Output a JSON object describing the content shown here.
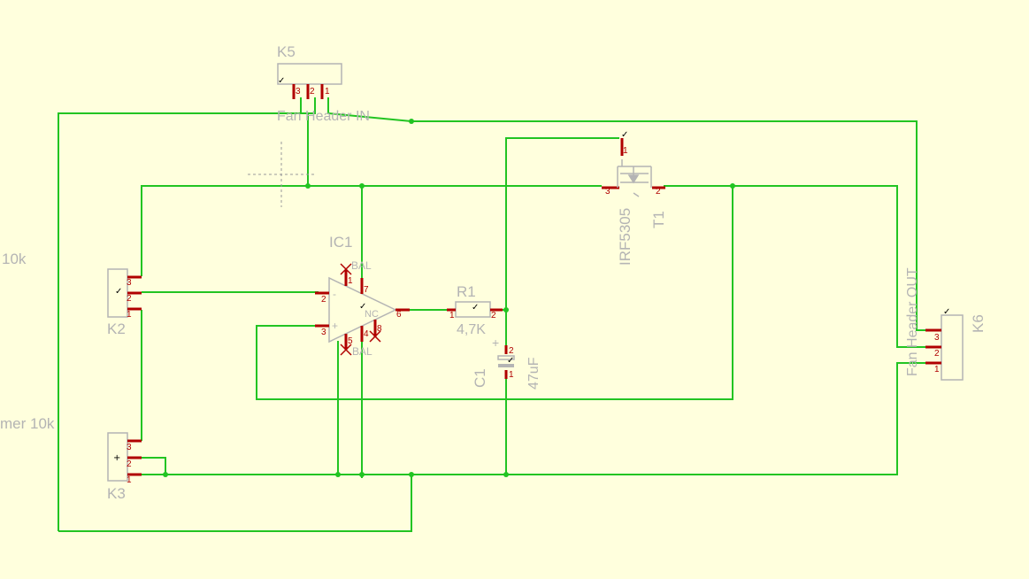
{
  "colors": {
    "background": "#FFFFDD",
    "wire": "#22C422",
    "pin": "#B00000",
    "outline": "#B4B4B4",
    "junction": "#22C422"
  },
  "components": {
    "k5": {
      "name": "K5",
      "value": "Fan Header IN",
      "pins": [
        "3",
        "2",
        "1"
      ]
    },
    "k2": {
      "name": "K2",
      "value": "10k",
      "pins": [
        "3",
        "2",
        "1"
      ]
    },
    "k3": {
      "name": "K3",
      "value": "mer 10k",
      "pins": [
        "3",
        "2",
        "1"
      ]
    },
    "k6": {
      "name": "K6",
      "value": "Fan Header OUT",
      "pins": [
        "3",
        "2",
        "1"
      ]
    },
    "ic1": {
      "name": "IC1",
      "part": "IC1",
      "bal_top": "BAL",
      "bal_bottom": "BAL",
      "nc": "NC",
      "pins": {
        "p1": "1",
        "p2": "2",
        "p3": "3",
        "p4": "4",
        "p5": "5",
        "p6": "6",
        "p7": "7",
        "p8": "8"
      },
      "minus": "-",
      "plus": "+"
    },
    "r1": {
      "name": "R1",
      "value": "4,7K",
      "pins": [
        "1",
        "2"
      ]
    },
    "c1": {
      "name": "C1",
      "value": "47uF",
      "plus": "+",
      "pins": [
        "2",
        "1"
      ]
    },
    "t1": {
      "name": "T1",
      "value": "IRF5305",
      "pins": [
        "1",
        "3",
        "2"
      ]
    }
  }
}
